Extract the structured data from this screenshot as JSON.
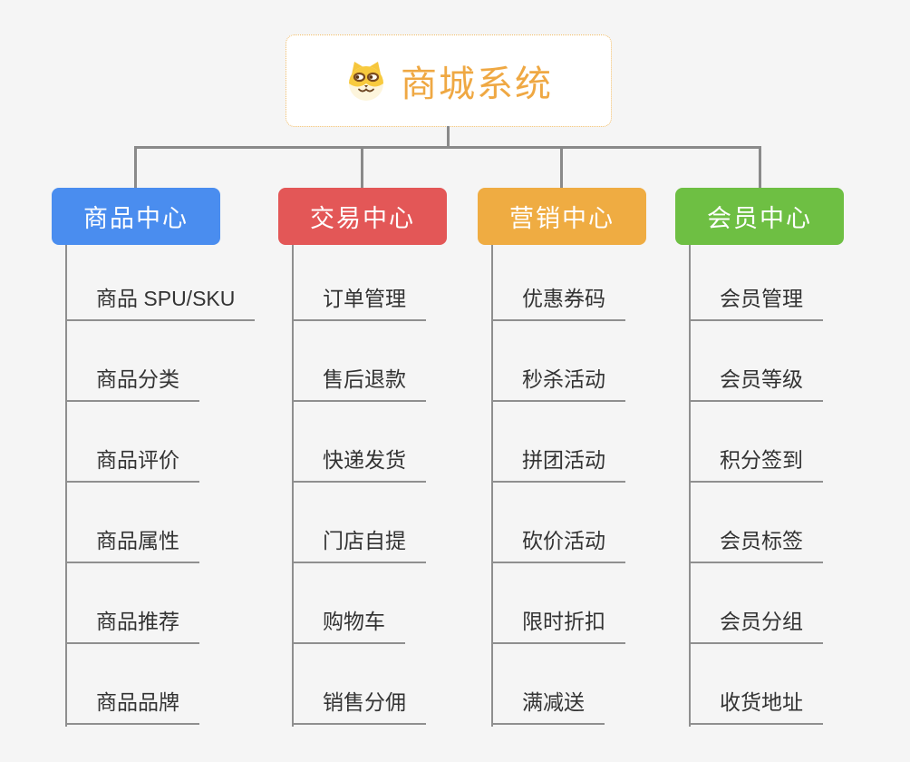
{
  "root": {
    "title": "商城系统",
    "icon": "shiba-dog-icon"
  },
  "branches": [
    {
      "label": "商品中心",
      "color": "#4a8def",
      "items": [
        "商品 SPU/SKU",
        "商品分类",
        "商品评价",
        "商品属性",
        "商品推荐",
        "商品品牌"
      ]
    },
    {
      "label": "交易中心",
      "color": "#e35757",
      "items": [
        "订单管理",
        "售后退款",
        "快递发货",
        "门店自提",
        "购物车",
        "销售分佣"
      ]
    },
    {
      "label": "营销中心",
      "color": "#efac42",
      "items": [
        "优惠券码",
        "秒杀活动",
        "拼团活动",
        "砍价活动",
        "限时折扣",
        "满减送"
      ]
    },
    {
      "label": "会员中心",
      "color": "#6ebf43",
      "items": [
        "会员管理",
        "会员等级",
        "积分签到",
        "会员标签",
        "会员分组",
        "收货地址"
      ]
    }
  ],
  "colors": {
    "background": "#f5f5f5",
    "connector_gray": "#8a8a8a",
    "leaf_line_gray": "#8f8f8f",
    "leaf_text": "#333333",
    "root_border_orange": "#f0bc68",
    "root_title_orange": "#efa843"
  }
}
